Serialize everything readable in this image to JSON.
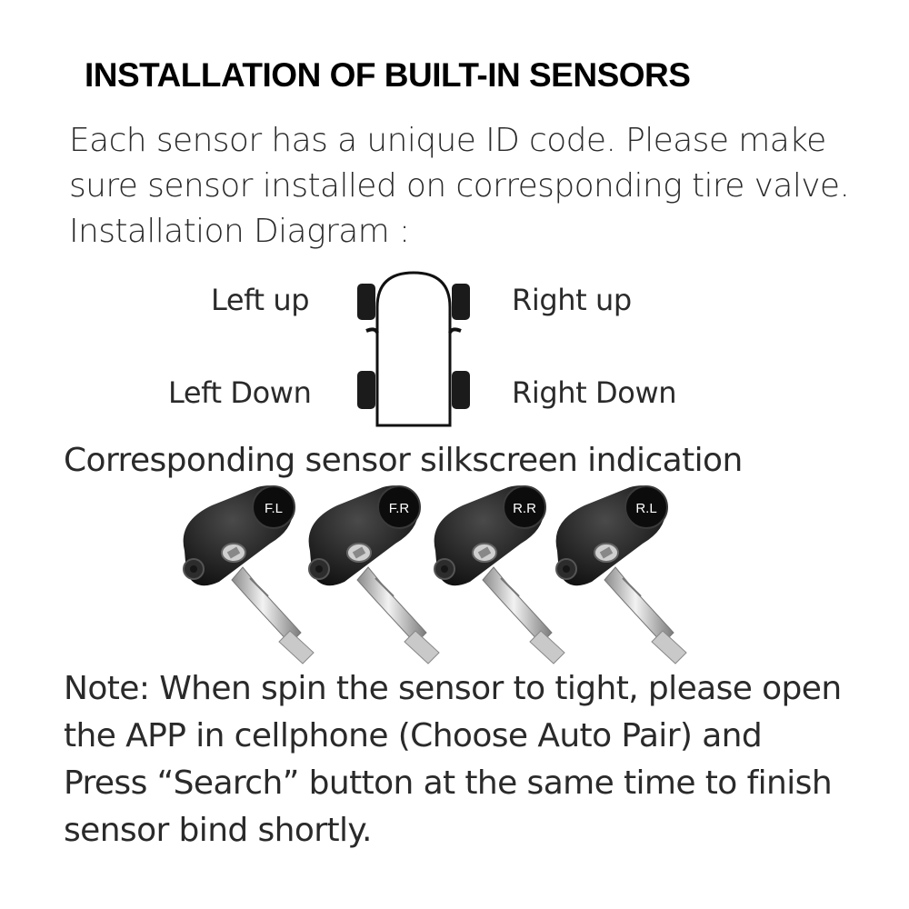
{
  "title": "INSTALLATION OF BUILT-IN SENSORS",
  "intro": {
    "line1": "Each sensor has a unique ID code. Please make",
    "line2": "sure sensor installed on corresponding tire valve.",
    "line3": "Installation Diagram :"
  },
  "diagram": {
    "left_up": "Left up",
    "right_up": "Right up",
    "left_down": "Left Down",
    "right_down": "Right Down"
  },
  "silkscreen_heading": "Corresponding sensor silkscreen indication",
  "sensors": [
    {
      "code": "F.L"
    },
    {
      "code": "F.R"
    },
    {
      "code": "R.R"
    },
    {
      "code": "R.L"
    }
  ],
  "note": {
    "line1": "Note: When spin the sensor to tight, please open",
    "line2": "the APP in cellphone (Choose Auto Pair) and",
    "line3": "Press “Search” button at the same time to finish",
    "line4": "sensor bind shortly."
  }
}
